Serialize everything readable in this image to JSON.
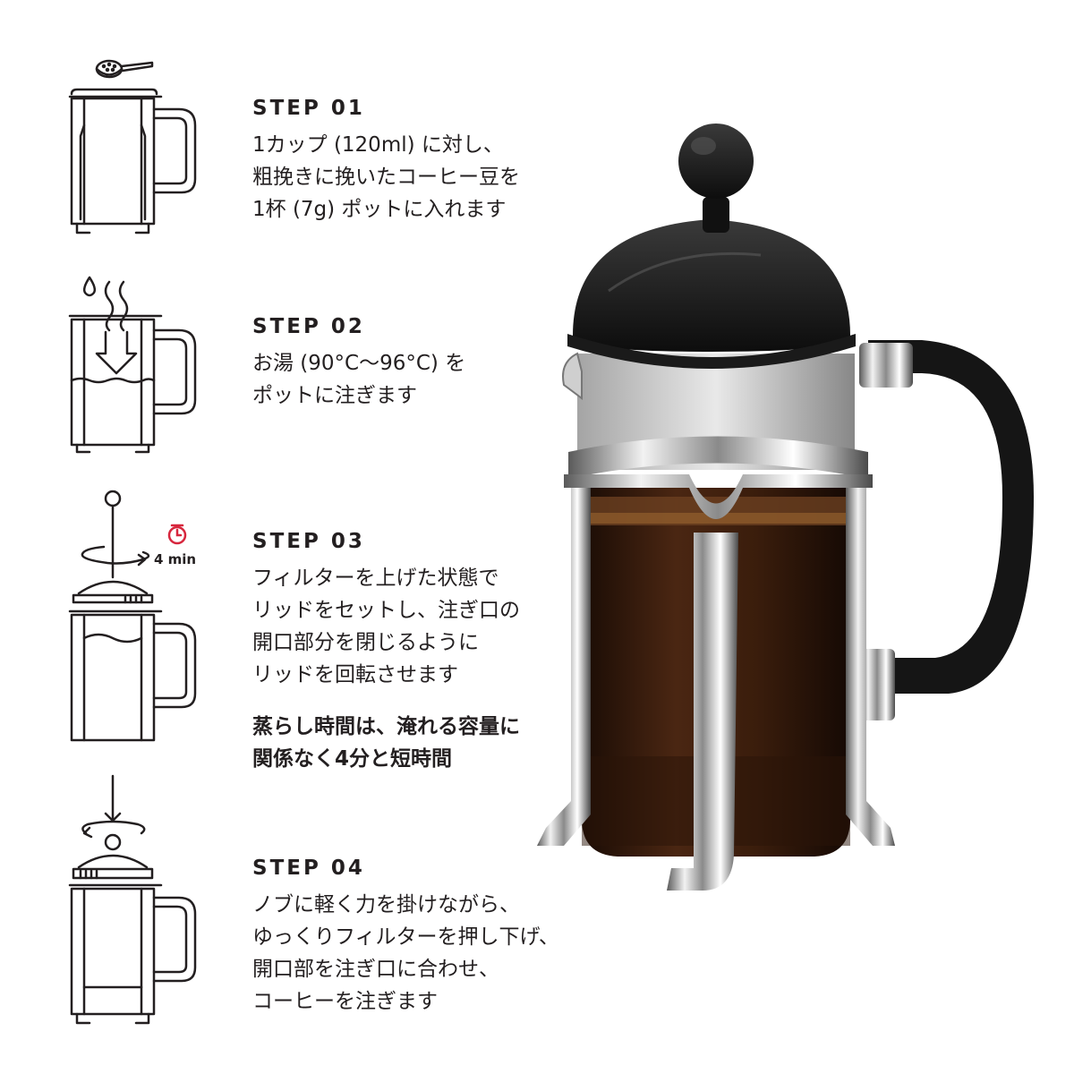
{
  "steps": [
    {
      "title": "STEP 01",
      "lines": [
        "1カップ (120ml) に対し、",
        "粗挽きに挽いたコーヒー豆を",
        "1杯 (7g) ポットに入れます"
      ]
    },
    {
      "title": "STEP 02",
      "lines": [
        "お湯 (90°C〜96°C) を",
        "ポットに注ぎます"
      ]
    },
    {
      "title": "STEP 03",
      "lines": [
        "フィルターを上げた状態で",
        "リッドをセットし、注ぎ口の",
        "開口部分を閉じるように",
        "リッドを回転させます"
      ],
      "note_lines": [
        "蒸らし時間は、淹れる容量に",
        "関係なく4分と短時間"
      ]
    },
    {
      "title": "STEP 04",
      "lines": [
        "ノブに軽く力を掛けながら、",
        "ゆっくりフィルターを押し下げ、",
        "開口部を注ぎ口に合わせ、",
        "コーヒーを注ぎます"
      ]
    }
  ],
  "timer": {
    "label": "4 min",
    "icon": "clock-icon",
    "color": "#d7263d"
  },
  "icons": [
    "scoop-icon",
    "water-drop-icon",
    "pour-arrow-icon",
    "rotate-arrow-icon",
    "press-down-arrow-icon",
    "french-press-icon"
  ],
  "colors": {
    "text": "#231f20",
    "accent": "#d7263d",
    "coffee": "#3a2010"
  }
}
